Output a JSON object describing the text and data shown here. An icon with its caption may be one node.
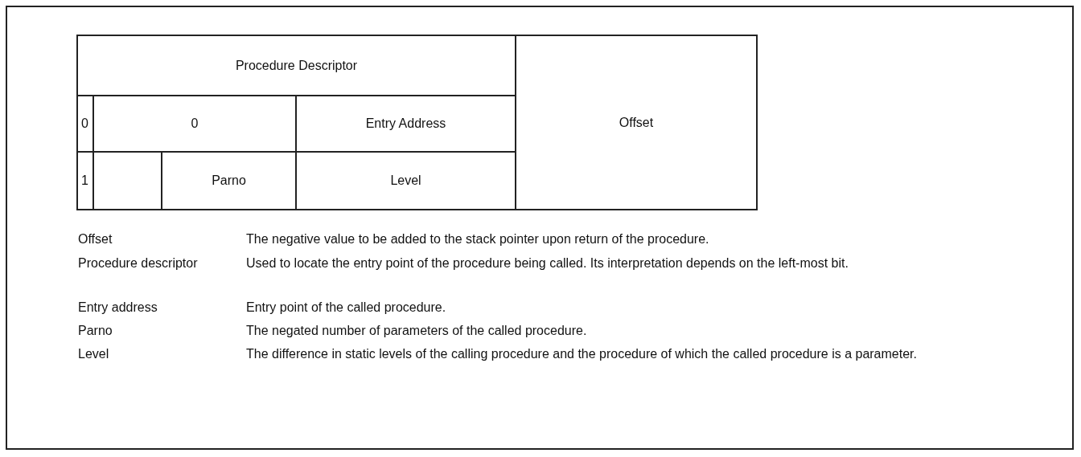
{
  "diagram": {
    "labels": [
      "Procedure Descriptor",
      "0",
      "0",
      "Entry Address",
      "Offset",
      "1",
      "Parno",
      "Level",
      "Offset",
      "The negative value to be added to the stack pointer upon return of the procedure.",
      "Procedure descriptor",
      "Used to locate the entry point of the procedure being called. Its interpretation depends on the left-most bit.",
      "Entry address",
      "Entry point of the called procedure.",
      "Parno",
      "The negated number of parameters of the called procedure.",
      "Level",
      "The difference in static levels of the calling procedure and the procedure of which the called procedure is a parameter."
    ]
  }
}
